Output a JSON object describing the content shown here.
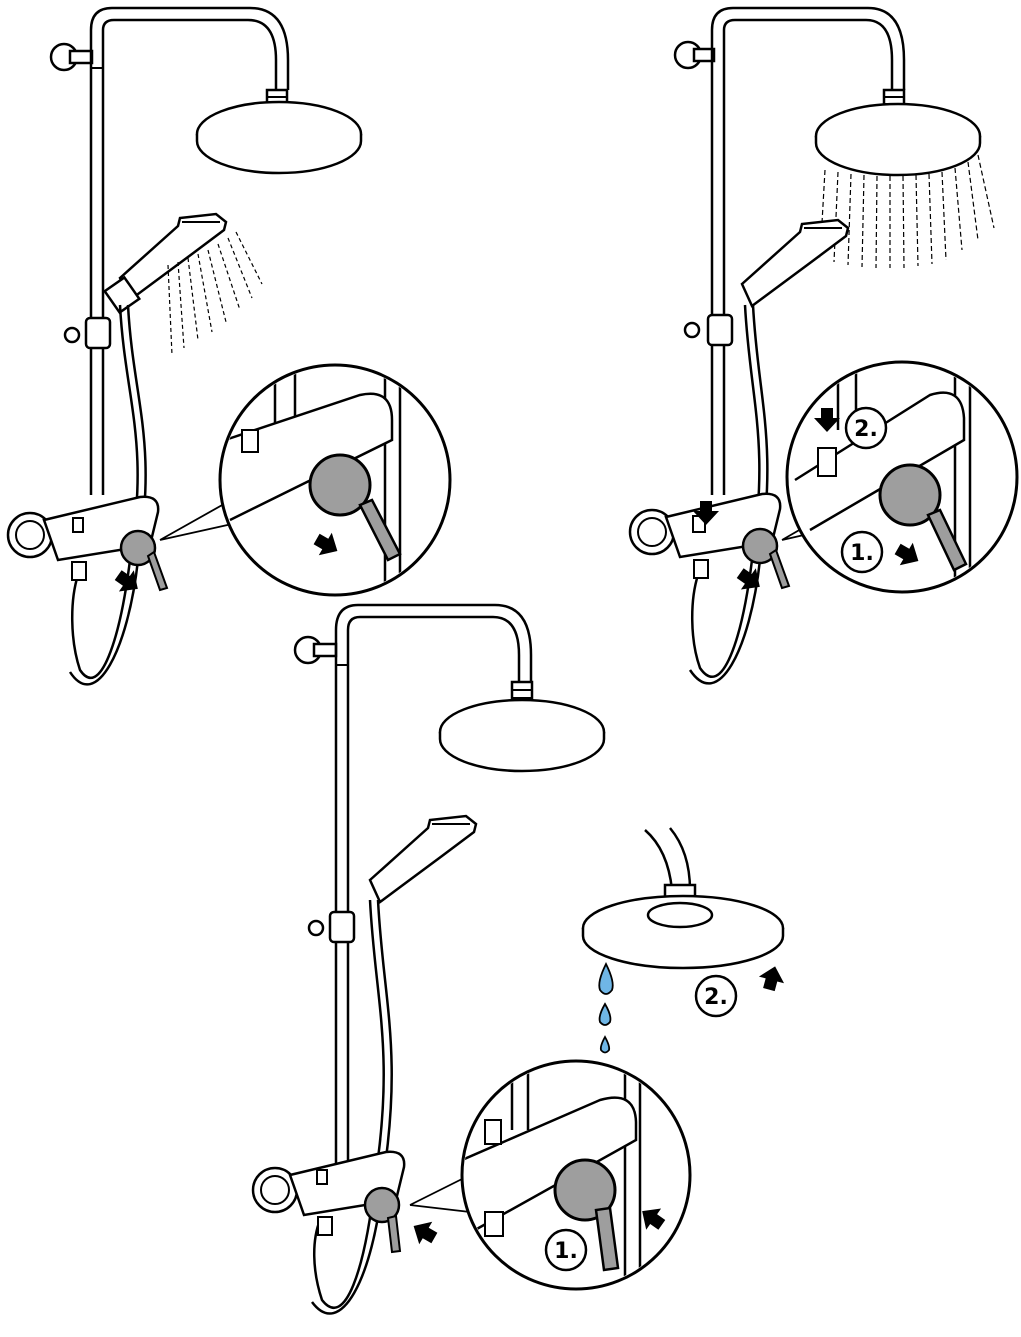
{
  "panels": [
    {
      "id": "panel-hand-shower",
      "description_note": "",
      "labels": []
    },
    {
      "id": "panel-overhead-shower",
      "labels": [
        "1.",
        "2."
      ]
    },
    {
      "id": "panel-shut-off",
      "labels": [
        "1.",
        "2."
      ]
    }
  ],
  "colors": {
    "line": "#000000",
    "lever_fill": "#9e9e9e",
    "water_drop": "#6fb6e6",
    "background": "#ffffff"
  },
  "icons": [
    "arrow-icon",
    "water-spray-icon",
    "water-drop-icon",
    "step-number-badge"
  ]
}
